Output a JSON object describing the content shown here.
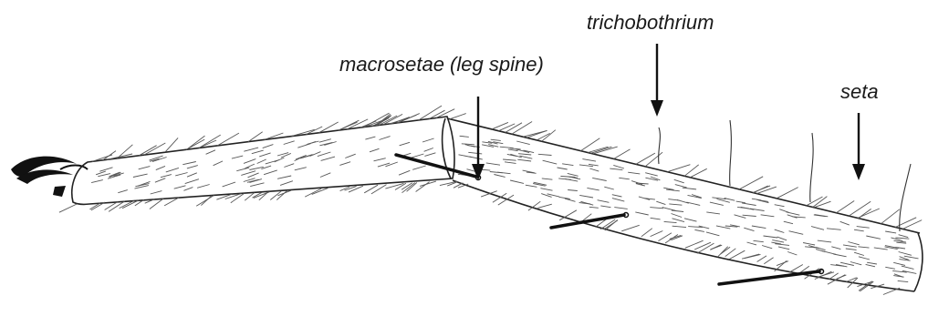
{
  "labels": {
    "macrosetae": "macrosetae (leg spine)",
    "trichobothrium": "trichobothrium",
    "seta": "seta"
  },
  "icons": [
    "tarsal-claw-icon",
    "leg-segment-drawing"
  ],
  "colors": {
    "ink": "#1a1a1a",
    "background": "#ffffff"
  }
}
